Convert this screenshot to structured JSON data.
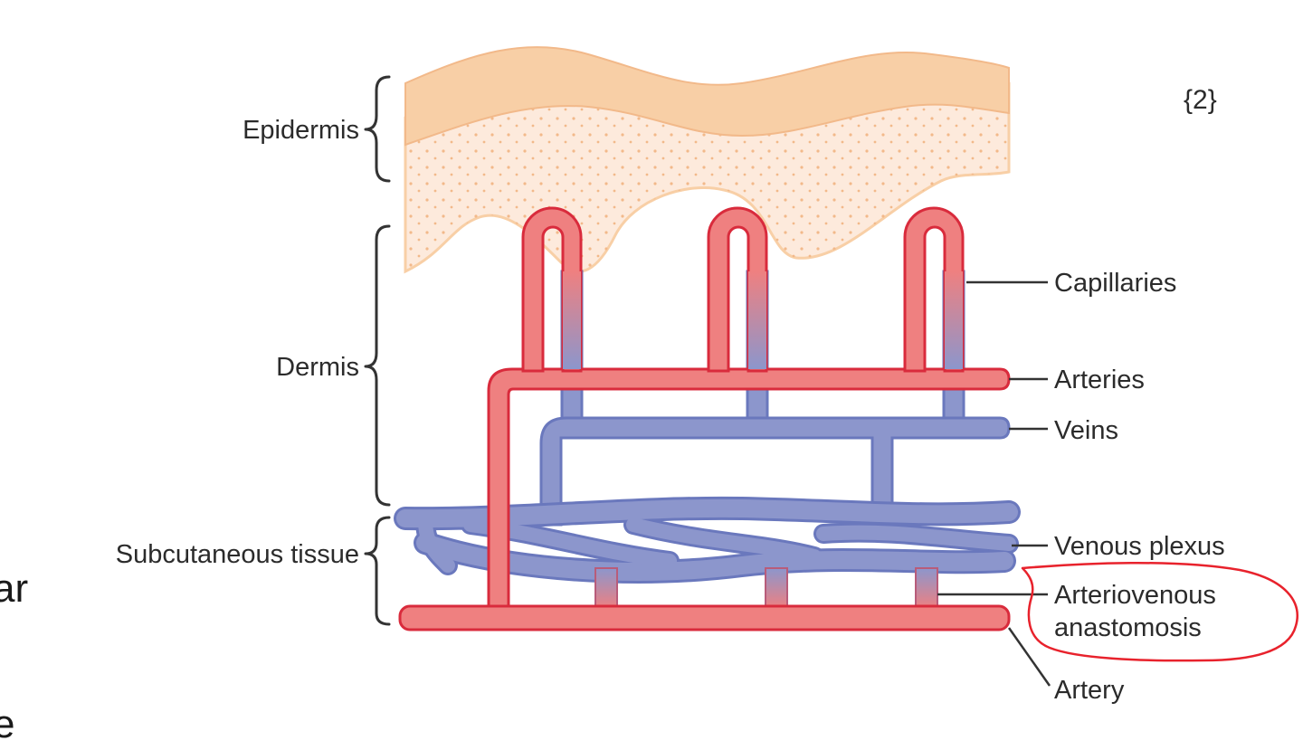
{
  "reference": "{2}",
  "labels": {
    "epidermis": "Epidermis",
    "dermis": "Dermis",
    "subcutaneous": "Subcutaneous tissue",
    "capillaries": "Capillaries",
    "arteries": "Arteries",
    "veins": "Veins",
    "venous_plexus": "Venous plexus",
    "av_line1": "Arteriovenous",
    "av_line2": "anastomosis",
    "artery": "Artery"
  },
  "edge_text": {
    "line1": "ar",
    "line2": "e"
  },
  "colors": {
    "artery": "#ef8080",
    "artery_stroke": "#d92b3c",
    "vein": "#8c96cc",
    "vein_stroke": "#6a78bd",
    "epidermis_outer": "#f8cfa6",
    "epidermis_inner": "#fdeadc",
    "highlight_circle": "#e8222c"
  }
}
